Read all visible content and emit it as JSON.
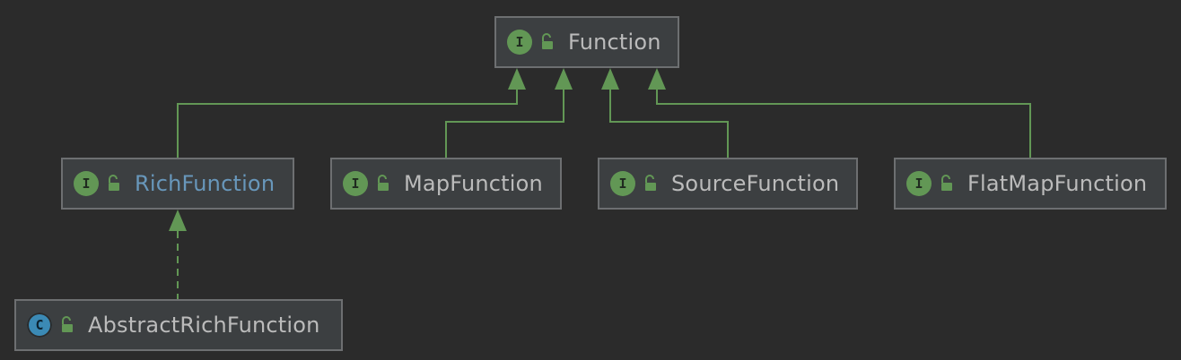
{
  "colors": {
    "background": "#2b2b2b",
    "node_fill": "#3c3f41",
    "node_border": "#6d6f71",
    "edge": "#629755",
    "interface_badge": "#629755",
    "class_badge": "#3b8ab5",
    "label": "#bbbbbb",
    "label_highlight": "#6897bb"
  },
  "nodes": {
    "function": {
      "label": "Function",
      "kind_letter": "I",
      "kind": "interface",
      "icon": "public-access-icon"
    },
    "rich_function": {
      "label": "RichFunction",
      "kind_letter": "I",
      "kind": "interface",
      "icon": "public-access-icon"
    },
    "map_function": {
      "label": "MapFunction",
      "kind_letter": "I",
      "kind": "interface",
      "icon": "public-access-icon"
    },
    "source_function": {
      "label": "SourceFunction",
      "kind_letter": "I",
      "kind": "interface",
      "icon": "public-access-icon"
    },
    "flatmap_function": {
      "label": "FlatMapFunction",
      "kind_letter": "I",
      "kind": "interface",
      "icon": "public-access-icon"
    },
    "abstract_rich_function": {
      "label": "AbstractRichFunction",
      "kind_letter": "C",
      "kind": "abstract-class",
      "icon": "public-access-icon"
    }
  },
  "edges": [
    {
      "from": "rich_function",
      "to": "function",
      "type": "extends"
    },
    {
      "from": "map_function",
      "to": "function",
      "type": "extends"
    },
    {
      "from": "source_function",
      "to": "function",
      "type": "extends"
    },
    {
      "from": "flatmap_function",
      "to": "function",
      "type": "extends"
    },
    {
      "from": "abstract_rich_function",
      "to": "rich_function",
      "type": "implements"
    }
  ]
}
